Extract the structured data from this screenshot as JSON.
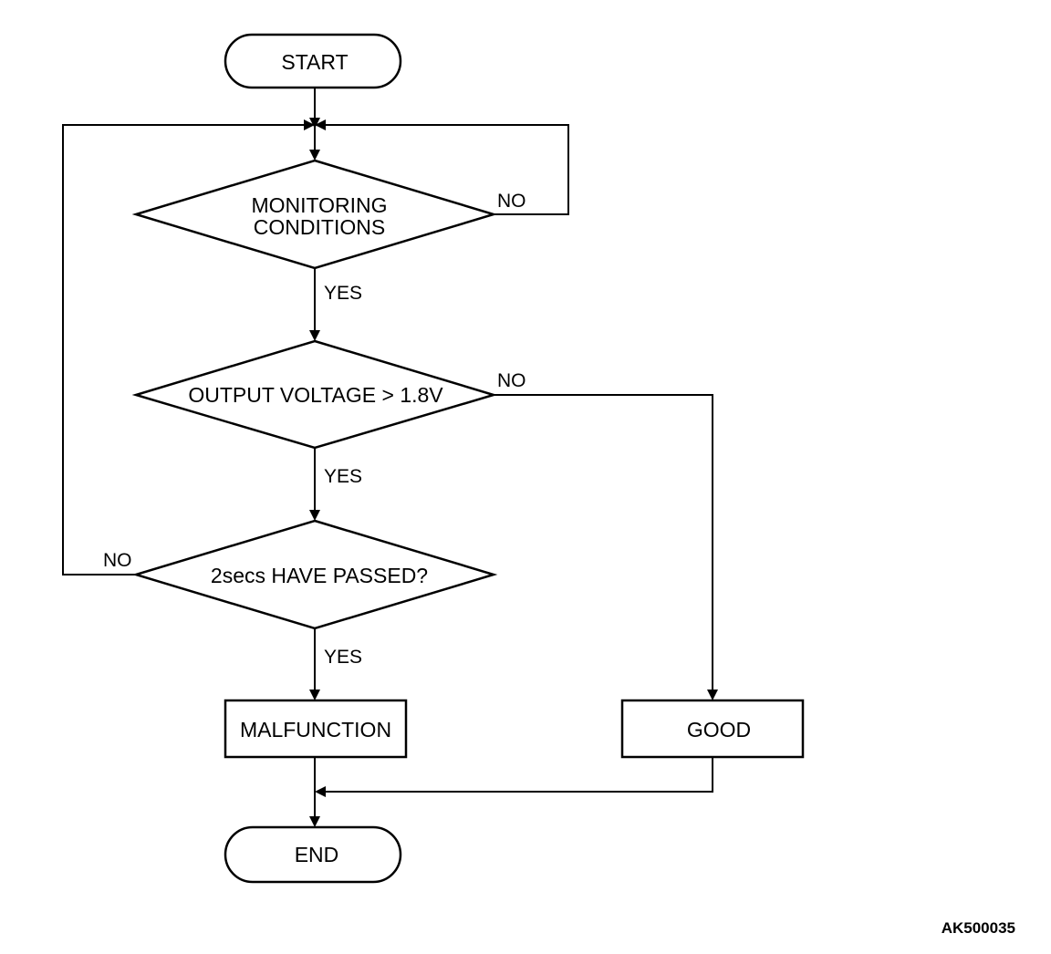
{
  "nodes": {
    "start": "START",
    "monitoring_line1": "MONITORING",
    "monitoring_line2": "CONDITIONS",
    "voltage": "OUTPUT VOLTAGE > 1.8V",
    "time": "2secs HAVE PASSED?",
    "malfunction": "MALFUNCTION",
    "good": "GOOD",
    "end": "END"
  },
  "labels": {
    "monitoring_no": "NO",
    "monitoring_yes": "YES",
    "voltage_no": "NO",
    "voltage_yes": "YES",
    "time_no": "NO",
    "time_yes": "YES"
  },
  "figure_code": "AK500035",
  "colors": {
    "stroke": "#000000",
    "background": "#ffffff"
  }
}
